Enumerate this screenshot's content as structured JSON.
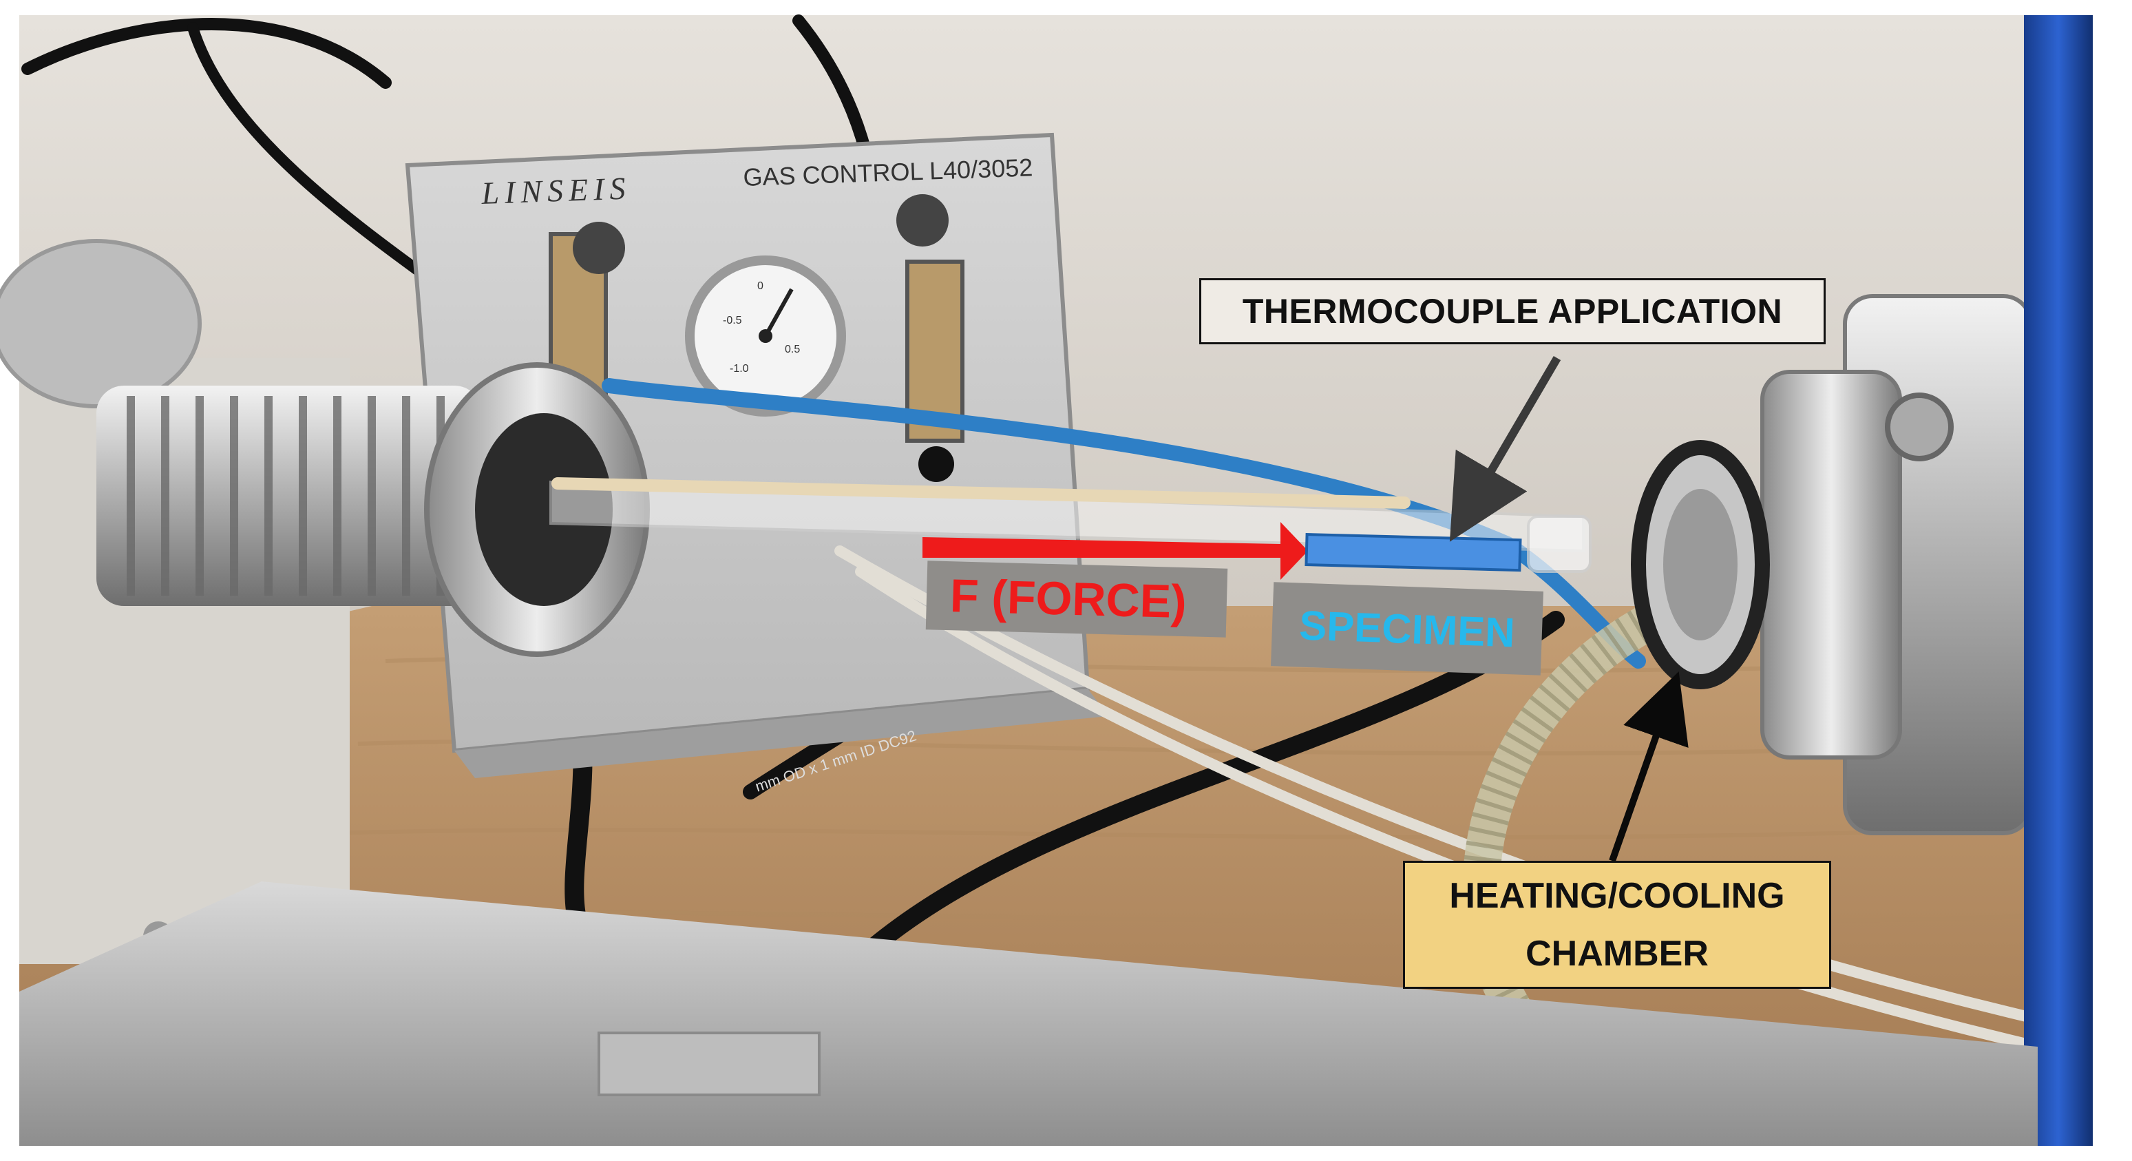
{
  "photo": {
    "panel_brand": "LINSEIS",
    "panel_text": "GAS CONTROL L40/3052",
    "dial_scale": [
      "-0.5",
      "0",
      "0.5",
      "-1.0"
    ],
    "tube_print": "mm OD x 1 mm ID  DC92"
  },
  "annotations": {
    "thermocouple": "THERMOCOUPLE APPLICATION",
    "force": "F (FORCE)",
    "specimen": "SPECIMEN",
    "chamber_line1": "HEATING/COOLING",
    "chamber_line2": "CHAMBER"
  },
  "colors": {
    "force_arrow": "#ee1b1b",
    "specimen_fill": "#4a90e2",
    "specimen_text": "#26b8ec",
    "chamber_label_bg": "#f2d282",
    "blue_flange": "#1f4fb0",
    "blue_hose": "#2e7fc6"
  }
}
